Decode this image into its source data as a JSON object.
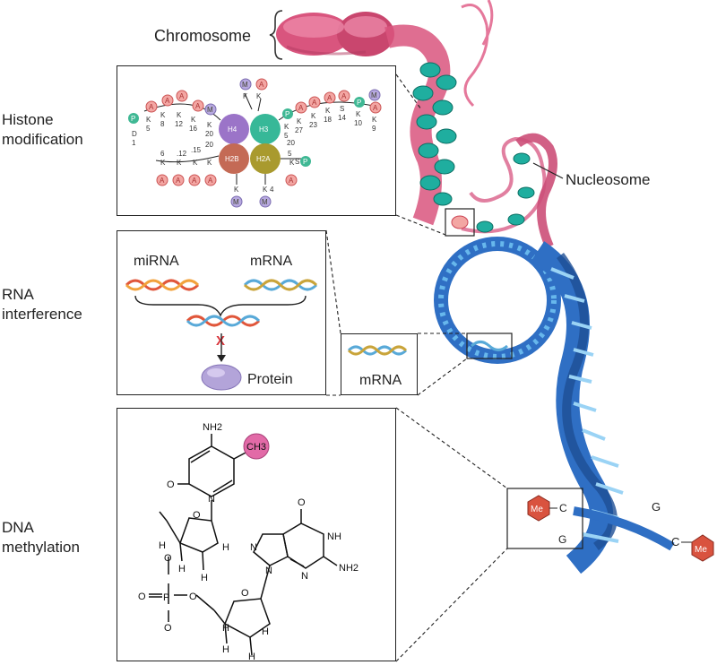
{
  "labels": {
    "chromosome": "Chromosome",
    "histone_line1": "Histone",
    "histone_line2": "modification",
    "rna_line1": "RNA",
    "rna_line2": "interference",
    "dna_line1": "DNA",
    "dna_line2": "methylation",
    "nucleosome": "Nucleosome"
  },
  "histone_panel": {
    "cores": [
      "H4",
      "H3",
      "H2B",
      "H2A"
    ],
    "left_top_numbers": [
      "1",
      "5",
      "8",
      "12",
      "16",
      "20"
    ],
    "left_top_letters": [
      "D",
      "K",
      "K",
      "K",
      "K",
      "K"
    ],
    "right_top_numbers": [
      "9",
      "10",
      "14",
      "18",
      "23",
      "27"
    ],
    "right_top_letters": [
      "K",
      "K",
      "S",
      "K",
      "K",
      "K"
    ],
    "left_bottom_numbers": [
      "6",
      ".12",
      ".15",
      "20"
    ],
    "badge_A": "A",
    "badge_M": "M",
    "badge_P": "P",
    "k_label": "K",
    "s_label": "S",
    "near_numbers": [
      "4",
      "5",
      "20",
      "5"
    ]
  },
  "rna_panel": {
    "mirna": "miRNA",
    "mrna": "mRNA",
    "block": "X",
    "protein": "Protein"
  },
  "mrna_inset": {
    "label": "mRNA"
  },
  "methylation_panel": {
    "nh2_top": "NH2",
    "ch3": "CH3",
    "o_top": "O",
    "n": "N",
    "o_ring": "O",
    "h": "H",
    "p": "P",
    "o": "O",
    "nh": "NH",
    "nh2_right": "NH2"
  },
  "me_inset": {
    "me": "Me",
    "c": "C",
    "g": "G"
  },
  "helix_labels": {
    "g": "G",
    "c": "C",
    "me": "Me"
  },
  "colors": {
    "chromosome": "#d9557e",
    "nucleosome": "#1fae9f",
    "dna": "#2f6fc4",
    "dna_light": "#67b7ec",
    "acetyl": "#f3a6a3",
    "methyl": "#b7a9df",
    "phospho": "#3fb894",
    "me_hex": "#d9533f"
  }
}
